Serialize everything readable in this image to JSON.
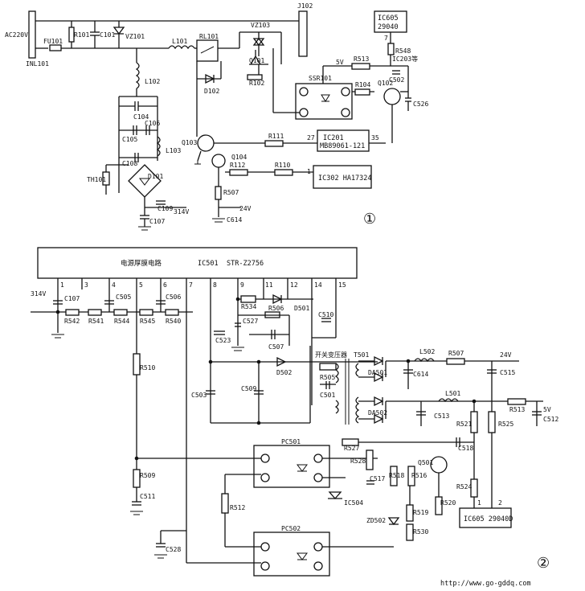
{
  "circuit1": {
    "circle_label": "①",
    "components": {
      "ac_in": "AC220V",
      "inl": "INL101",
      "fuse": "FU101",
      "r101": "R101",
      "c101": "C101",
      "vz101": "VZ101",
      "l101": "L101",
      "rl101": "RL101",
      "vz103": "VZ103",
      "j102": "J102",
      "q101": "Q101",
      "r102": "R102",
      "l102": "L102",
      "c104": "C104",
      "c105": "C105",
      "c106": "C106",
      "l103": "L103",
      "c108": "C108",
      "d101": "D101",
      "th101": "TH101",
      "c109": "C109",
      "v314": "314V",
      "c107": "C107",
      "d102": "D102",
      "q103": "Q103",
      "q104": "Q104",
      "r111": "R111",
      "r112": "R112",
      "r110": "R110",
      "r507": "R507",
      "v24": "24V",
      "c614": "C614",
      "ssr101": "SSR101",
      "v5": "5V",
      "r513": "R513",
      "r548": "R548",
      "ic203": "IC203等",
      "c502": "C502",
      "r104": "R104",
      "q102": "Q102",
      "c526": "C526",
      "pin27": "27",
      "pin35": "35",
      "pin1": "1",
      "pin7": "7"
    },
    "ic605": {
      "line1": "IC605",
      "line2": "29040"
    },
    "ic201": {
      "line1": "IC201",
      "line2": "MB89061-121"
    },
    "ic302": {
      "text": "IC302 HA17324"
    }
  },
  "circuit2": {
    "circle_label": "②",
    "ic501": {
      "name": "电源厚膜电路",
      "ref": "IC501",
      "part": "STR-Z2756"
    },
    "pins": [
      "1",
      "3",
      "4",
      "5",
      "6",
      "7",
      "8",
      "9",
      "11",
      "12",
      "14",
      "15"
    ],
    "components": {
      "v314": "314V",
      "c107": "C107",
      "c505": "C505",
      "c506": "C506",
      "r542": "R542",
      "r541": "R541",
      "r544": "R544",
      "r545": "R545",
      "r540": "R540",
      "r534": "R534",
      "r506": "R506",
      "d501": "D501",
      "c523": "C523",
      "c527": "C527",
      "c510": "C510",
      "c507": "C507",
      "r510": "R510",
      "d502": "D502",
      "c503": "C503",
      "c509": "C509",
      "transformer_label": "开关变压器",
      "t501": "T501",
      "r505": "R505",
      "da501": "DA501",
      "c501": "C501",
      "da502": "DA502",
      "l502": "L502",
      "r507": "R507",
      "v24": "24V",
      "c614": "C614",
      "c515": "C515",
      "l501": "L501",
      "c513": "C513",
      "r513": "R513",
      "v5": "5V",
      "c512": "C512",
      "r521": "R521",
      "r525": "R525",
      "c518": "C518",
      "pc501": "PC501",
      "r527": "R527",
      "r528": "R528",
      "r518": "R518",
      "r516": "R516",
      "q501": "Q501",
      "r509": "R509",
      "c511": "C511",
      "c517": "C517",
      "ic504": "IC504",
      "r524": "R524",
      "r512": "R512",
      "r519": "R519",
      "r520": "R520",
      "zd502": "ZD502",
      "r530": "R530",
      "pc502": "PC502",
      "c528": "C528"
    },
    "ic605": {
      "text": "IC605 29040D",
      "pin1": "1",
      "pin2": "2"
    }
  },
  "footer": {
    "url": "http://www.go-gddq.com"
  }
}
